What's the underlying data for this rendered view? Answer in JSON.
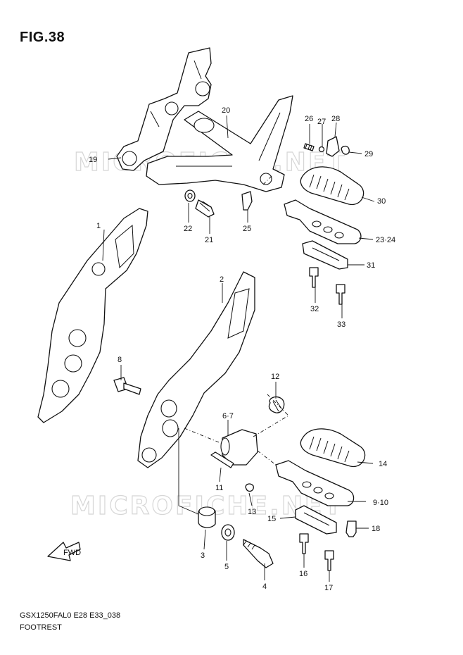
{
  "figure": {
    "title": "FIG.38",
    "code": "GSX1250FAL0 E28 E33_038",
    "name": "FOOTREST",
    "watermark": "MICROFICHE.NET",
    "fwd_label": "FWD"
  },
  "callouts": {
    "p1": "1",
    "p2": "2",
    "p3": "3",
    "p4": "4",
    "p5": "5",
    "p67": "6·7",
    "p8": "8",
    "p910": "9·10",
    "p11": "11",
    "p12": "12",
    "p13": "13",
    "p14": "14",
    "p15": "15",
    "p16": "16",
    "p17": "17",
    "p18": "18",
    "p19": "19",
    "p20": "20",
    "p21": "21",
    "p22": "22",
    "p2324": "23·24",
    "p25": "25",
    "p26": "26",
    "p27": "27",
    "p28": "28",
    "p29": "29",
    "p30": "30",
    "p31": "31",
    "p32": "32",
    "p33": "33"
  }
}
